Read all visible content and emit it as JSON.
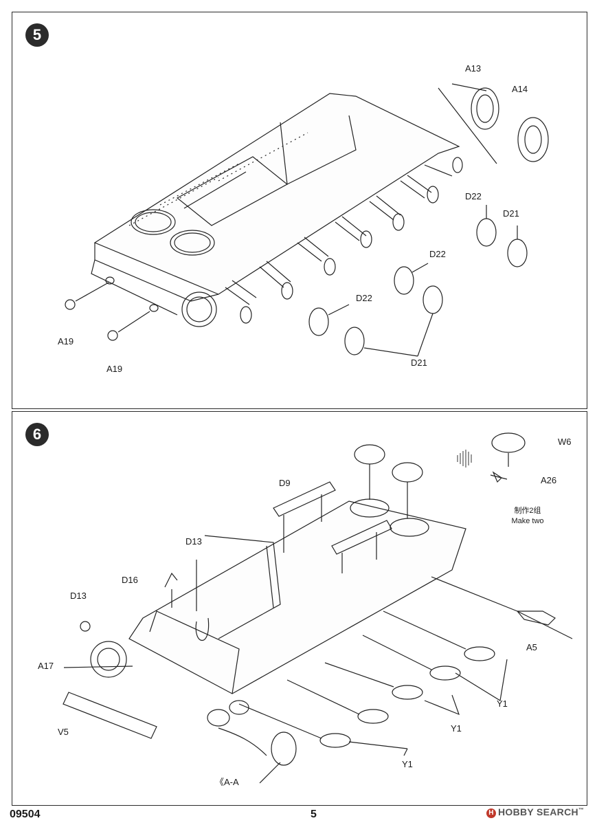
{
  "document": {
    "code": "09504",
    "page": "5"
  },
  "watermark": {
    "icon": "hobby-search-logo-icon",
    "text": "HOBBY SEARCH",
    "symbol": "™"
  },
  "step5": {
    "number": "5",
    "labels": {
      "a13": "A13",
      "a14": "A14",
      "d22_a": "D22",
      "d21_a": "D21",
      "d22_b": "D22",
      "d22_c": "D22",
      "d21_b": "D21",
      "a19_a": "A19",
      "a19_b": "A19"
    }
  },
  "step6": {
    "number": "6",
    "labels": {
      "w6": "W6",
      "a26": "A26",
      "d9": "D9",
      "d13_a": "D13",
      "d16": "D16",
      "d13_b": "D13",
      "a17": "A17",
      "v5": "V5",
      "a5": "A5",
      "y1_a": "Y1",
      "y1_b": "Y1",
      "y1_c": "Y1",
      "section": "《A-A"
    },
    "note": {
      "cn": "制作2组",
      "en": "Make two"
    }
  }
}
